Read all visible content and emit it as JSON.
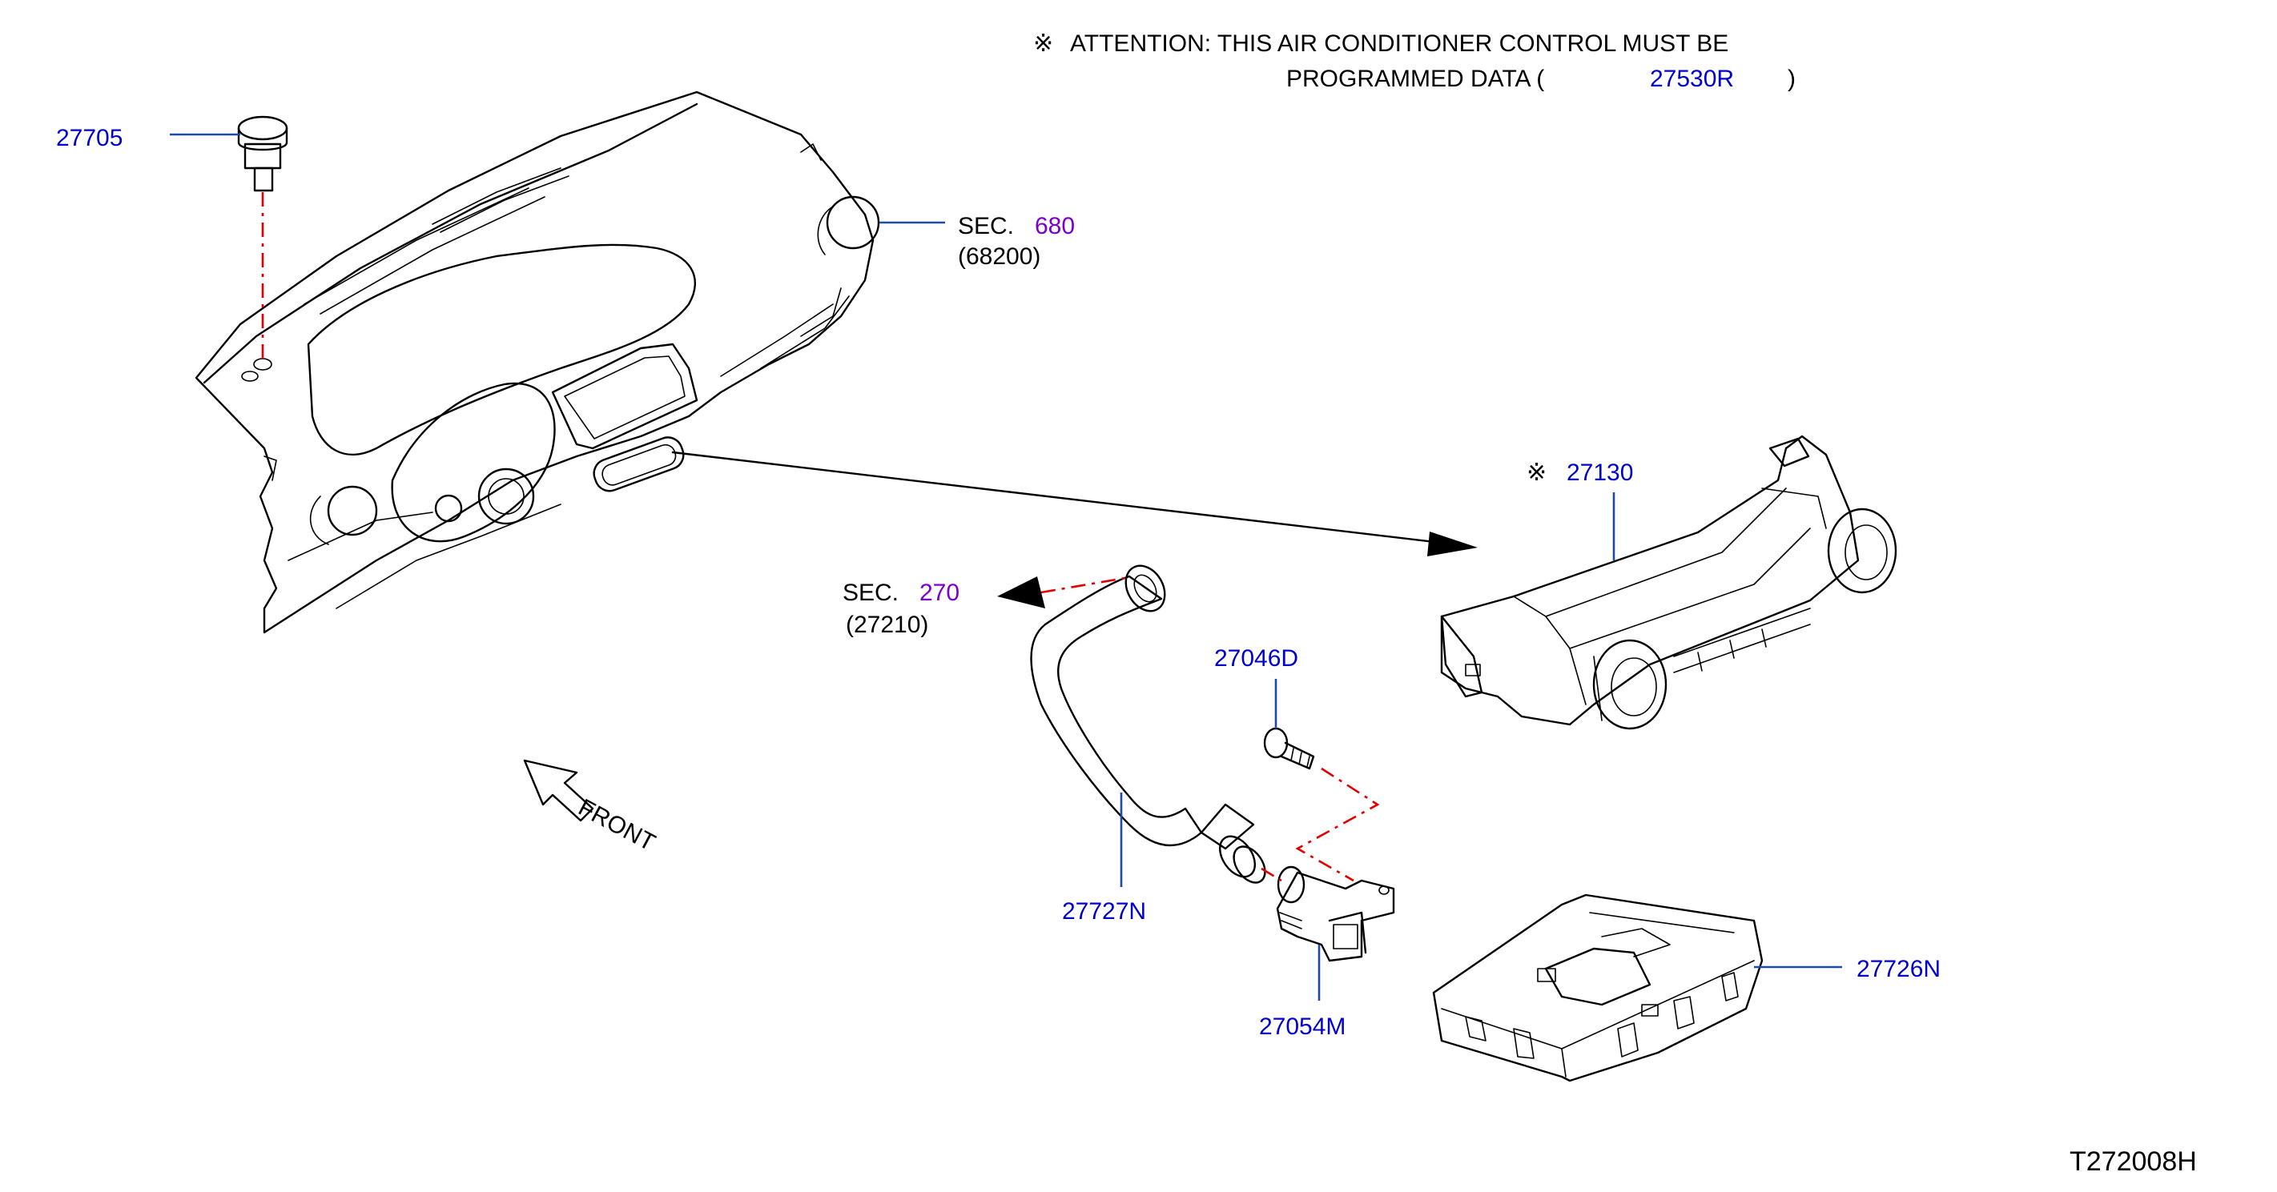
{
  "attention": {
    "mark": "※",
    "line1": "ATTENTION:  THIS  AIR  CONDITIONER  CONTROL  MUST  BE",
    "line2_prefix": "PROGRAMMED  DATA  (",
    "line2_code": "27530R",
    "line2_suffix": ")"
  },
  "labels": {
    "p27705": "27705",
    "p27130_mark": "※",
    "p27130": "27130",
    "p27046D": "27046D",
    "p27727N": "27727N",
    "p27054M": "27054M",
    "p27726N": "27726N"
  },
  "sections": {
    "sec680_prefix": "SEC.",
    "sec680_num": "680",
    "sec680_sub": "(68200)",
    "sec270_prefix": "SEC.",
    "sec270_num": "270",
    "sec270_sub": "(27210)"
  },
  "front_label": "FRONT",
  "drawing_id": "T272008H",
  "colors": {
    "part_number": "#0000cc",
    "section_number": "#7a00cc",
    "leader": "#1f4aa8",
    "dash_line": "#e00000"
  }
}
